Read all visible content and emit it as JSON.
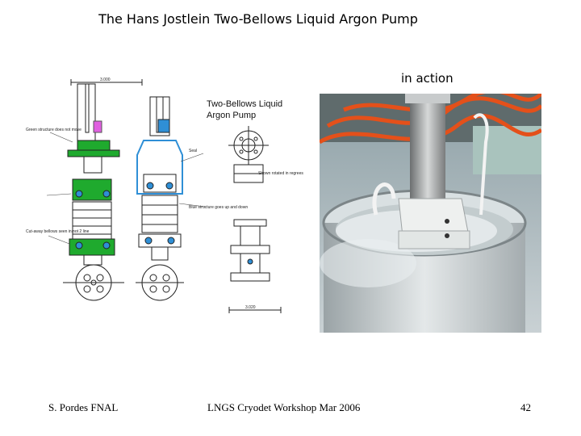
{
  "slide": {
    "title": "The Hans Jostlein Two-Bellows Liquid Argon Pump",
    "caption": "in action"
  },
  "drawing": {
    "heading_line1": "Two-Bellows Liquid",
    "heading_line2": "Argon  Pump",
    "note_green": "Green structure\ndoes not move",
    "note_blue": "Blue structure\ngoes up and down",
    "note_seal": "Seal",
    "note_position": "Shown rotated\n in regrees",
    "note_bellows": "Cut-away\nbellows\nseen in\nnot 2 line",
    "dim_top": "3.000",
    "dim_bottom": "3.020"
  },
  "footer": {
    "left": "S. Pordes FNAL",
    "center": "LNGS Cryodet Workshop Mar 2006",
    "right": "42"
  },
  "colors": {
    "green": "#1faa2e",
    "blue": "#2f8fd6",
    "magenta": "#e060e0",
    "hose": "#e4501a"
  }
}
